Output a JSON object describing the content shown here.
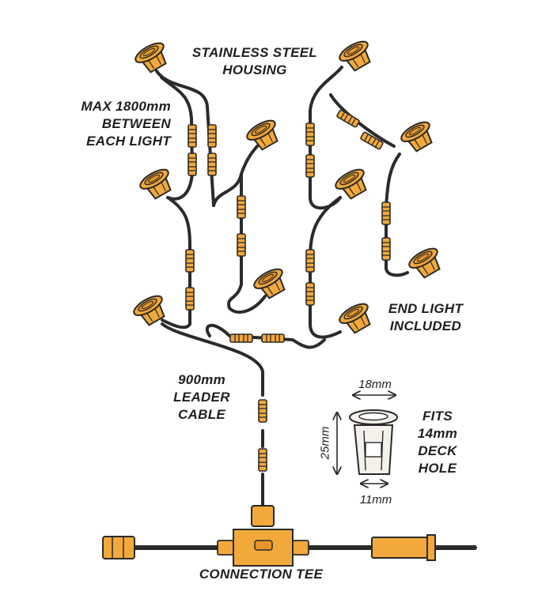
{
  "colors": {
    "amber": "#F2A93B",
    "outline": "#2a2a2a",
    "cable": "#2b2b2b",
    "background": "#ffffff"
  },
  "labels": {
    "housing": [
      "STAINLESS STEEL",
      "HOUSING"
    ],
    "spacing": [
      "MAX 1800mm",
      "BETWEEN",
      "EACH LIGHT"
    ],
    "end_light": [
      "END LIGHT",
      "INCLUDED"
    ],
    "leader": [
      "900mm",
      "LEADER",
      "CABLE"
    ],
    "fits": [
      "FITS",
      "14mm",
      "DECK",
      "HOLE"
    ],
    "tee": "CONNECTION TEE"
  },
  "dimensions": {
    "top_width": "18mm",
    "height": "25mm",
    "bottom_width": "11mm"
  },
  "icons": [
    "deck-light-icon",
    "cable-connector-icon",
    "connection-tee-icon",
    "arrow-icon"
  ]
}
